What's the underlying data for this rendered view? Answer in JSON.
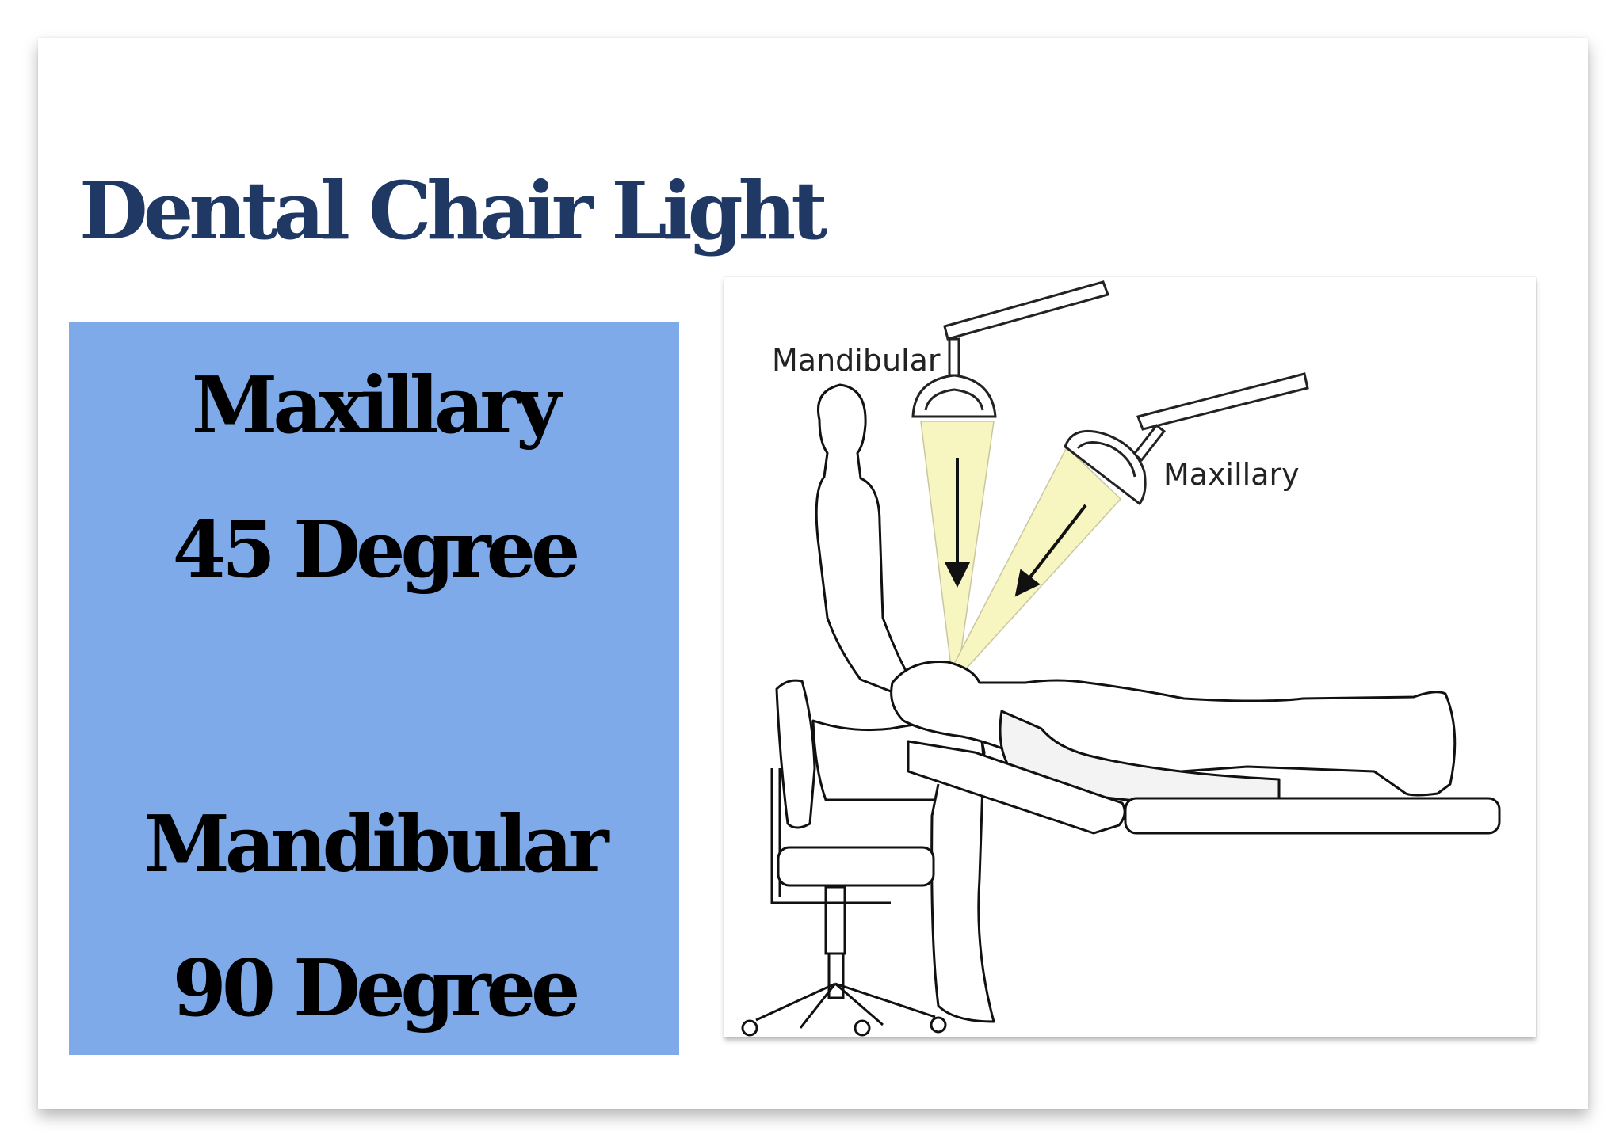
{
  "title": "Dental Chair Light",
  "box": {
    "line1": "Maxillary",
    "line2": "45 Degree",
    "line3": "Mandibular",
    "line4": "90 Degree"
  },
  "diagram": {
    "label_mandibular": "Mandibular",
    "label_maxillary": "Maxillary"
  },
  "colors": {
    "title": "#1f3864",
    "box_background": "#7eaaea",
    "light_beam": "#f7f5c0"
  }
}
